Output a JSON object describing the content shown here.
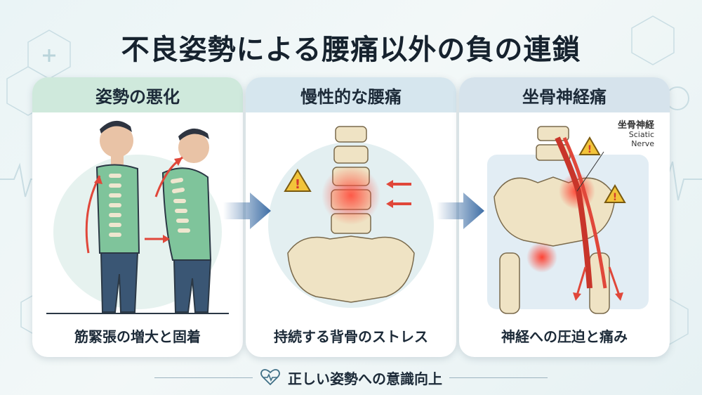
{
  "title": "不良姿勢による腰痛以外の負の連鎖",
  "steps": [
    {
      "header": "姿勢の悪化",
      "caption": "筋緊張の増大と固着"
    },
    {
      "header": "慢性的な腰痛",
      "caption": "持続する背骨のストレス"
    },
    {
      "header": "坐骨神経痛",
      "caption": "神経への圧迫と痛み"
    }
  ],
  "nerve_label": {
    "jp": "坐骨神経",
    "en1": "Sciatic",
    "en2": "Nerve"
  },
  "bottom_text": "正しい姿勢への意識向上",
  "colors": {
    "accent_red": "#e0473a",
    "arrow_blue": "#3f6fa6",
    "panel_green": "#cfe9dc",
    "panel_blue": "#d6e6ee"
  },
  "icons": [
    "warning-icon",
    "heart-pulse-icon",
    "flow-arrow-icon"
  ]
}
